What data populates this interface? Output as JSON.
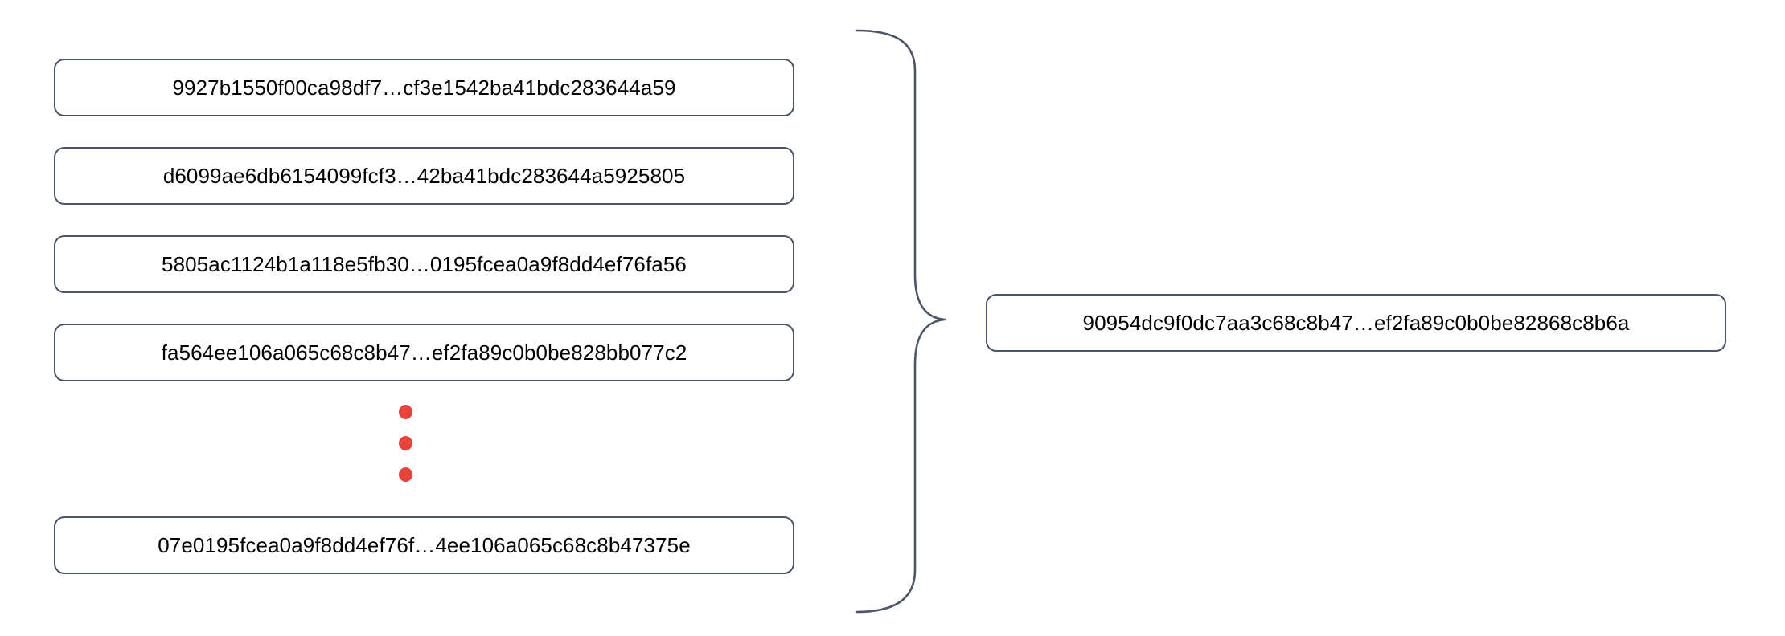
{
  "diagram": {
    "type": "hash-aggregation",
    "background_color": "#ffffff",
    "box_border_color": "#4a5568",
    "brace_color": "#4a5568",
    "ellipsis_color": "#e8443c",
    "text_color": "#000000",
    "inputs": [
      {
        "label": "9927b1550f00ca98df7…cf3e1542ba41bdc283644a59"
      },
      {
        "label": "d6099ae6db6154099fcf3…42ba41bdc283644a5925805"
      },
      {
        "label": "5805ac1124b1a118e5fb30…0195fcea0a9f8dd4ef76fa56"
      },
      {
        "label": "fa564ee106a065c68c8b47…ef2fa89c0b0be828bb077c2"
      },
      {
        "label": "07e0195fcea0a9f8dd4ef76f…4ee106a065c68c8b47375e"
      }
    ],
    "ellipsis": {
      "name": "vertical-ellipsis",
      "dot_count": 3
    },
    "brace": {
      "name": "curly-brace",
      "orientation": "left-opening"
    },
    "output": {
      "label": "90954dc9f0dc7aa3c68c8b47…ef2fa89c0b0be82868c8b6a"
    }
  }
}
